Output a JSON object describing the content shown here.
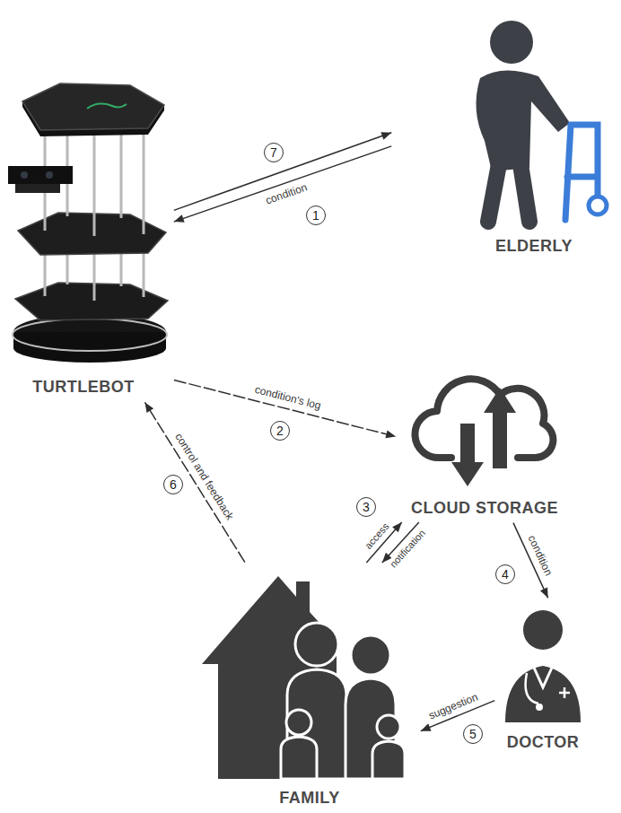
{
  "diagram": {
    "nodes": [
      {
        "text": [
          "ELDERLY"
        ]
      },
      {
        "text": [
          "TURTLEBOT"
        ]
      },
      {
        "text": [
          "CLOUD STORAGE"
        ]
      },
      {
        "text": [
          "DOCTOR"
        ]
      },
      {
        "text": [
          "FAMILY"
        ]
      }
    ],
    "edges": [
      {
        "from": 1,
        "to": 0,
        "arrow": "to"
      },
      {
        "from": 0,
        "to": 1,
        "label": "condition",
        "arrow": "to"
      },
      {
        "from": 1,
        "to": 2,
        "label": "condition's log",
        "arrow": "to"
      },
      {
        "from": 4,
        "to": 2,
        "label": "access",
        "arrow": "to"
      },
      {
        "from": 2,
        "to": 4,
        "label": "notification",
        "arrow": "to"
      },
      {
        "from": 2,
        "to": 3,
        "label": "condition",
        "arrow": "to"
      },
      {
        "from": 3,
        "to": 4,
        "label": "suggestion",
        "arrow": "to"
      },
      {
        "from": 4,
        "to": 1,
        "label": "control and feedback",
        "arrow": "to"
      }
    ],
    "labels": [
      "7",
      "1",
      "2",
      "3",
      "4",
      "5",
      "6"
    ]
  }
}
